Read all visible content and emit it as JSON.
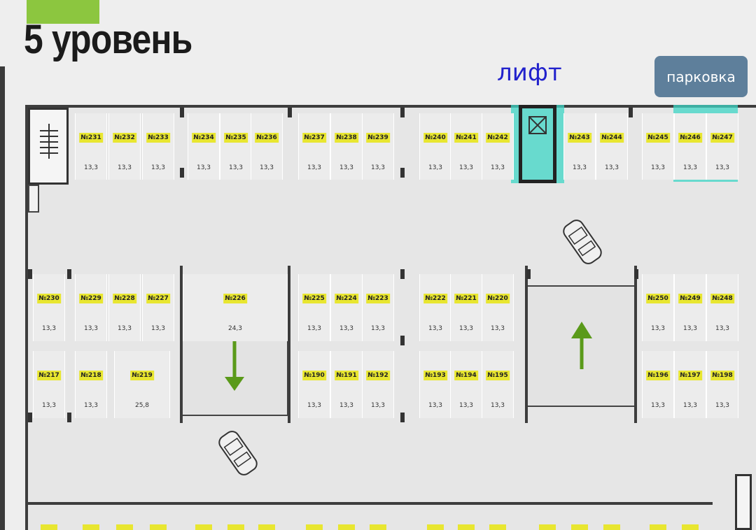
{
  "header": {
    "title": "5 уровень",
    "lift_label": "лифт",
    "parking_button": "парковка"
  },
  "colors": {
    "label_yellow": "#e8e630",
    "accent_green": "#8cc63f",
    "highlight_teal": "#3ed6c6",
    "lift_text": "#2222cc",
    "button_bg": "#5e7f9b",
    "arrow_green": "#5a9a1a"
  },
  "icons": [
    "stair-icon",
    "elevator-icon",
    "car-icon",
    "arrow-down-icon",
    "arrow-up-icon"
  ],
  "rows": {
    "top": [
      {
        "n": "№231",
        "a": "13,3"
      },
      {
        "n": "№232",
        "a": "13,3"
      },
      {
        "n": "№233",
        "a": "13,3"
      },
      {
        "n": "№234",
        "a": "13,3"
      },
      {
        "n": "№235",
        "a": "13,3"
      },
      {
        "n": "№236",
        "a": "13,3"
      },
      {
        "n": "№237",
        "a": "13,3"
      },
      {
        "n": "№238",
        "a": "13,3"
      },
      {
        "n": "№239",
        "a": "13,3"
      },
      {
        "n": "№240",
        "a": "13,3"
      },
      {
        "n": "№241",
        "a": "13,3"
      },
      {
        "n": "№242",
        "a": "13,3"
      },
      {
        "n": "№243",
        "a": "13,3"
      },
      {
        "n": "№244",
        "a": "13,3"
      },
      {
        "n": "№245",
        "a": "13,3"
      },
      {
        "n": "№246",
        "a": "13,3"
      },
      {
        "n": "№247",
        "a": "13,3"
      }
    ],
    "middle_upper": [
      {
        "n": "№230",
        "a": "13,3"
      },
      {
        "n": "№229",
        "a": "13,3"
      },
      {
        "n": "№228",
        "a": "13,3"
      },
      {
        "n": "№227",
        "a": "13,3"
      },
      {
        "n": "№226",
        "a": "24,3"
      },
      {
        "n": "№225",
        "a": "13,3"
      },
      {
        "n": "№224",
        "a": "13,3"
      },
      {
        "n": "№223",
        "a": "13,3"
      },
      {
        "n": "№222",
        "a": "13,3"
      },
      {
        "n": "№221",
        "a": "13,3"
      },
      {
        "n": "№220",
        "a": "13,3"
      },
      {
        "n": "№250",
        "a": "13,3"
      },
      {
        "n": "№249",
        "a": "13,3"
      },
      {
        "n": "№248",
        "a": "13,3"
      }
    ],
    "middle_lower": [
      {
        "n": "№217",
        "a": "13,3"
      },
      {
        "n": "№218",
        "a": "13,3"
      },
      {
        "n": "№219",
        "a": "25,8"
      },
      {
        "n": "№190",
        "a": "13,3"
      },
      {
        "n": "№191",
        "a": "13,3"
      },
      {
        "n": "№192",
        "a": "13,3"
      },
      {
        "n": "№193",
        "a": "13,3"
      },
      {
        "n": "№194",
        "a": "13,3"
      },
      {
        "n": "№195",
        "a": "13,3"
      },
      {
        "n": "№196",
        "a": "13,3"
      },
      {
        "n": "№197",
        "a": "13,3"
      },
      {
        "n": "№198",
        "a": "13,3"
      }
    ]
  }
}
